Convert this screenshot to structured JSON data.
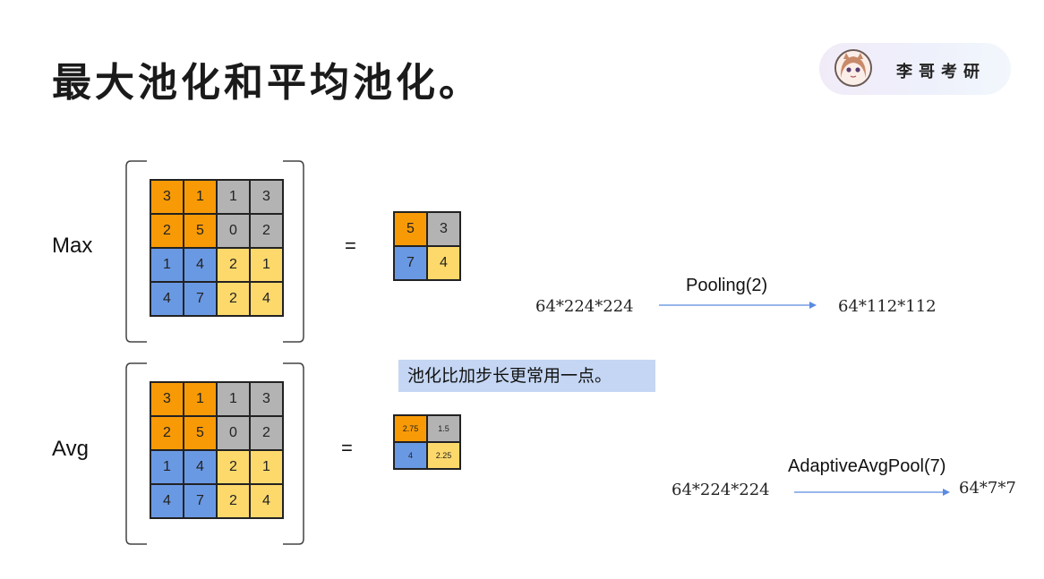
{
  "title": "最大池化和平均池化。",
  "badge": {
    "text": "李哥考研",
    "icon": "avatar-icon"
  },
  "colors": {
    "orange": "#f89a06",
    "gray": "#b3b3b3",
    "blue": "#6a99e4",
    "yellow": "#fdd96c",
    "note_bg": "#c4d6f3",
    "arrow": "#5b8be0"
  },
  "rows": [
    {
      "label": "Max",
      "input": [
        [
          {
            "v": "3",
            "c": "o"
          },
          {
            "v": "1",
            "c": "o"
          },
          {
            "v": "1",
            "c": "g"
          },
          {
            "v": "3",
            "c": "g"
          }
        ],
        [
          {
            "v": "2",
            "c": "o"
          },
          {
            "v": "5",
            "c": "o"
          },
          {
            "v": "0",
            "c": "g"
          },
          {
            "v": "2",
            "c": "g"
          }
        ],
        [
          {
            "v": "1",
            "c": "b"
          },
          {
            "v": "4",
            "c": "b"
          },
          {
            "v": "2",
            "c": "y"
          },
          {
            "v": "1",
            "c": "y"
          }
        ],
        [
          {
            "v": "4",
            "c": "b"
          },
          {
            "v": "7",
            "c": "b"
          },
          {
            "v": "2",
            "c": "y"
          },
          {
            "v": "4",
            "c": "y"
          }
        ]
      ],
      "equals": "=",
      "output": [
        [
          {
            "v": "5",
            "c": "o"
          },
          {
            "v": "3",
            "c": "g"
          }
        ],
        [
          {
            "v": "7",
            "c": "b"
          },
          {
            "v": "4",
            "c": "y"
          }
        ]
      ]
    },
    {
      "label": "Avg",
      "input": [
        [
          {
            "v": "3",
            "c": "o"
          },
          {
            "v": "1",
            "c": "o"
          },
          {
            "v": "1",
            "c": "g"
          },
          {
            "v": "3",
            "c": "g"
          }
        ],
        [
          {
            "v": "2",
            "c": "o"
          },
          {
            "v": "5",
            "c": "o"
          },
          {
            "v": "0",
            "c": "g"
          },
          {
            "v": "2",
            "c": "g"
          }
        ],
        [
          {
            "v": "1",
            "c": "b"
          },
          {
            "v": "4",
            "c": "b"
          },
          {
            "v": "2",
            "c": "y"
          },
          {
            "v": "1",
            "c": "y"
          }
        ],
        [
          {
            "v": "4",
            "c": "b"
          },
          {
            "v": "7",
            "c": "b"
          },
          {
            "v": "2",
            "c": "y"
          },
          {
            "v": "4",
            "c": "y"
          }
        ]
      ],
      "equals": "=",
      "output": [
        [
          {
            "v": "2.75",
            "c": "o"
          },
          {
            "v": "1.5",
            "c": "g"
          }
        ],
        [
          {
            "v": "4",
            "c": "b"
          },
          {
            "v": "2.25",
            "c": "y"
          }
        ]
      ]
    }
  ],
  "note": "池化比加步长更常用一点。",
  "pooling": {
    "from": "64*224*224",
    "op": "Pooling(2)",
    "to": "64*112*112"
  },
  "adaptive": {
    "from": "64*224*224",
    "op": "AdaptiveAvgPool(7)",
    "to": "64*7*7"
  }
}
